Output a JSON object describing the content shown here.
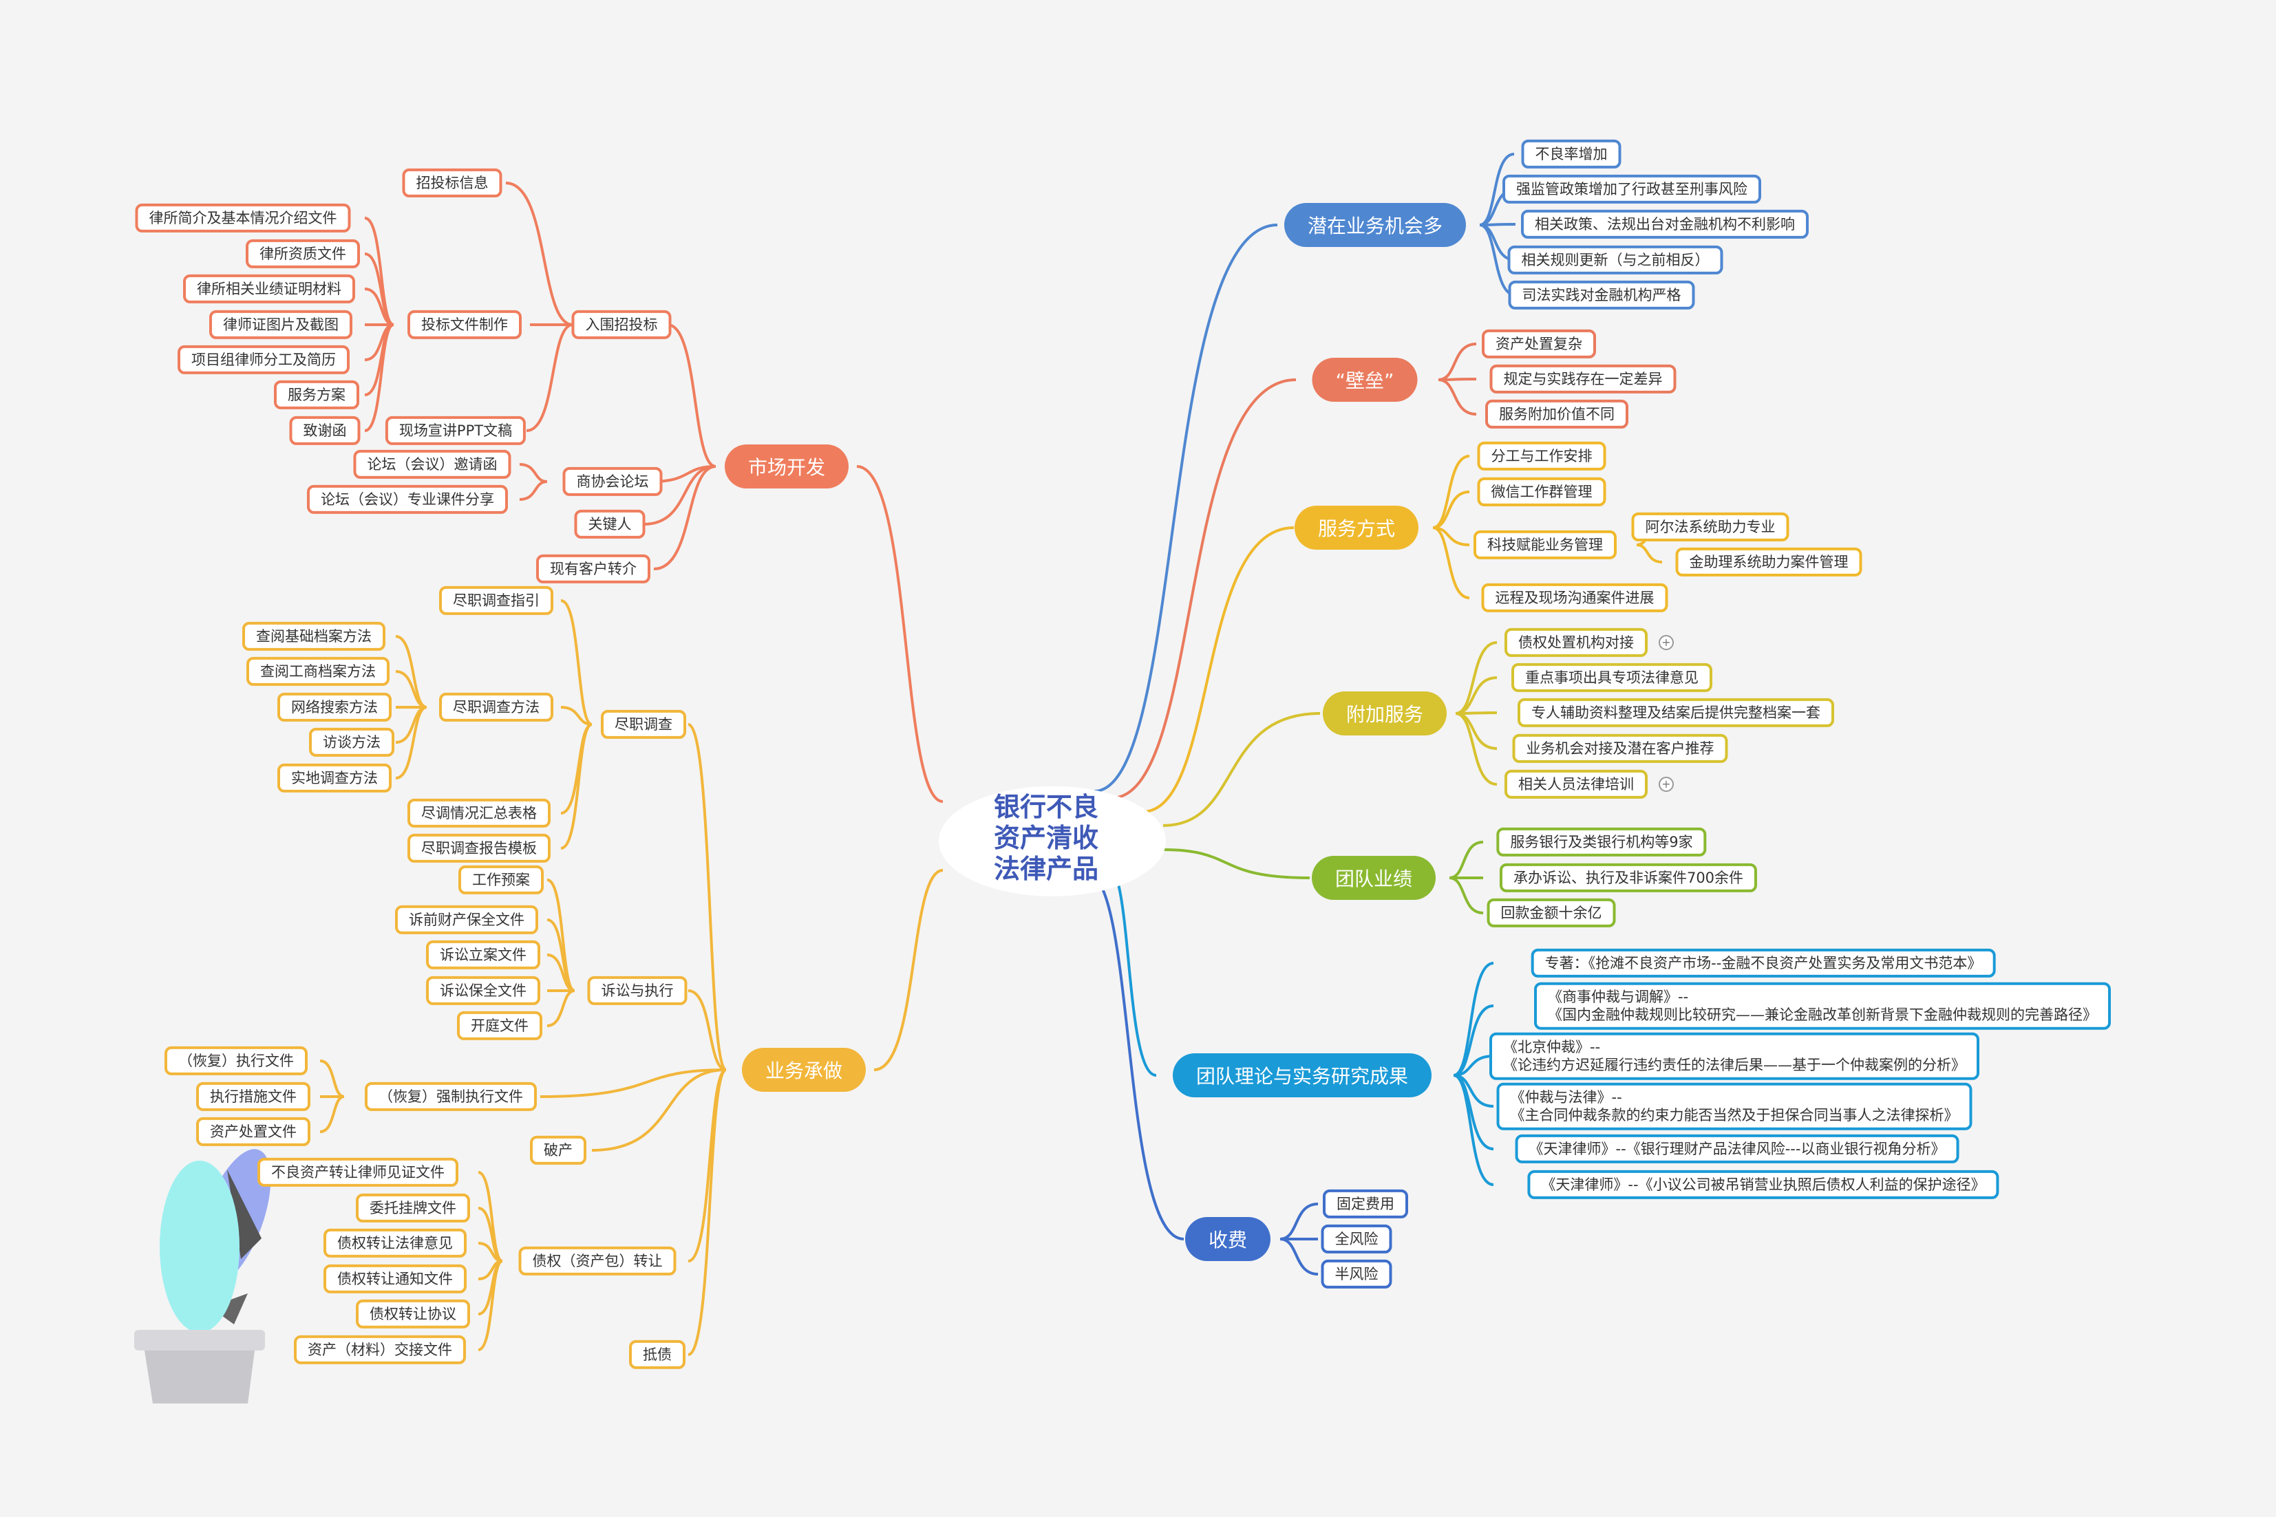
{
  "center": [
    "银行不良",
    "资产清收",
    "法律产品"
  ],
  "colors": {
    "blue": "#4f87d1",
    "orange": "#ea7a5d",
    "gold": "#f0b92c",
    "mustard": "#d7c230",
    "green": "#8ab930",
    "cyan": "#1a9ad7",
    "navy": "#3f6fcb",
    "market": "#ef7d5d",
    "business": "#f2b63a"
  },
  "branches": {
    "qianzai": {
      "label": "潜在业务机会多",
      "items": [
        "不良率增加",
        "强监管政策增加了行政甚至刑事风险",
        "相关政策、法规出台对金融机构不利影响",
        "相关规则更新（与之前相反）",
        "司法实践对金融机构严格"
      ]
    },
    "bilei": {
      "label": "“壁垒”",
      "items": [
        "资产处置复杂",
        "规定与实践存在一定差异",
        "服务附加价值不同"
      ]
    },
    "fuwu": {
      "label": "服务方式",
      "items": [
        "分工与工作安排",
        "微信工作群管理",
        "科技赋能业务管理",
        "远程及现场沟通案件进展"
      ],
      "tech_sub": [
        "阿尔法系统助力专业",
        "金助理系统助力案件管理"
      ]
    },
    "fujia": {
      "label": "附加服务",
      "items": [
        "债权处置机构对接",
        "重点事项出具专项法律意见",
        "专人辅助资料整理及结案后提供完整档案一套",
        "业务机会对接及潜在客户推荐",
        "相关人员法律培训"
      ]
    },
    "tuandui": {
      "label": "团队业绩",
      "items": [
        "服务银行及类银行机构等9家",
        "承办诉讼、执行及非诉案件700余件",
        "回款金额十余亿"
      ]
    },
    "lilun": {
      "label": "团队理论与实务研究成果",
      "items": [
        "专著：《抢滩不良资产市场--金融不良资产处置实务及常用文书范本》",
        "《商事仲裁与调解》--\n《国内金融仲裁规则比较研究——兼论金融改革创新背景下金融仲裁规则的完善路径》",
        "《北京仲裁》--\n《论违约方迟延履行违约责任的法律后果——基于一个仲裁案例的分析》",
        "《仲裁与法律》--\n《主合同仲裁条款的约束力能否当然及于担保合同当事人之法律探析》",
        "《天津律师》--《银行理财产品法律风险---以商业银行视角分析》",
        "《天津律师》--《小议公司被吊销营业执照后债权人利益的保护途径》"
      ]
    },
    "shoufei": {
      "label": "收费",
      "items": [
        "固定费用",
        "全风险",
        "半风险"
      ]
    },
    "shichang": {
      "label": "市场开发",
      "ruwei": "入围招投标",
      "zhaotoubiao": "招投标信息",
      "toubiao": "投标文件制作",
      "toubiao_items": [
        "律所简介及基本情况介绍文件",
        "律所资质文件",
        "律所相关业绩证明材料",
        "律师证图片及截图",
        "项目组律师分工及简历",
        "服务方案",
        "致谢函"
      ],
      "ppt": "现场宣讲PPT文稿",
      "shanghui": "商协会论坛",
      "shanghui_items": [
        "论坛（会议）邀请函",
        "论坛（会议）专业课件分享"
      ],
      "guanjianren": "关键人",
      "xianyou": "现有客户转介"
    },
    "yewu": {
      "label": "业务承做",
      "jindiao": "尽职调查",
      "jindiao_zhiyin": "尽职调查指引",
      "jindiao_fangfa": "尽职调查方法",
      "fangfa_items": [
        "查阅基础档案方法",
        "查阅工商档案方法",
        "网络搜索方法",
        "访谈方法",
        "实地调查方法"
      ],
      "jindiao_huizong": "尽调情况汇总表格",
      "jindiao_baogao": "尽职调查报告模板",
      "susong": "诉讼与执行",
      "susong_items": [
        "工作预案",
        "诉前财产保全文件",
        "诉讼立案文件",
        "诉讼保全文件",
        "开庭文件"
      ],
      "qiangzhi": "（恢复）强制执行文件",
      "qiangzhi_items": [
        "（恢复）执行文件",
        "执行措施文件",
        "资产处置文件"
      ],
      "pochan": "破产",
      "zhaiquan": "债权（资产包）转让",
      "zhaiquan_items": [
        "不良资产转让律师见证文件",
        "委托挂牌文件",
        "债权转让法律意见",
        "债权转让通知文件",
        "债权转让协议",
        "资产（材料）交接文件"
      ],
      "dizhai": "抵债"
    }
  }
}
